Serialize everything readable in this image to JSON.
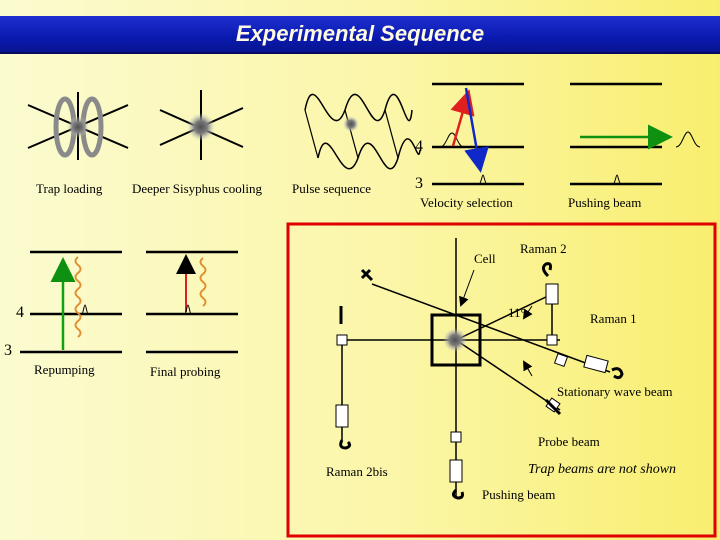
{
  "title": "Experimental Sequence",
  "steps": {
    "trap_loading": "Trap loading",
    "deeper_cooling": "Deeper Sisyphus cooling",
    "pulse_sequence": "Pulse sequence",
    "velocity_selection": "Velocity selection",
    "pushing_beam_top": "Pushing beam"
  },
  "levels": {
    "upper": "4",
    "lower": "3",
    "left_upper": "4",
    "left_lower": "3"
  },
  "lower_left": {
    "repumping": "Repumping",
    "final_probing": "Final probing"
  },
  "setup": {
    "cell": "Cell",
    "raman2": "Raman 2",
    "angle": "11°",
    "raman1": "Raman 1",
    "stationary_wave": "Stationary wave beam",
    "probe_beam": "Probe beam",
    "raman2bis": "Raman 2bis",
    "trap_note": "Trap beams are not shown",
    "pushing_beam": "Pushing beam"
  },
  "colors": {
    "title_bar": "#1020c0",
    "frame": "#e00000",
    "velocity_up_arrow": "#e02020",
    "velocity_down_arrow": "#1028c8",
    "pushing_arrow": "#109010",
    "repump_wave": "#e09030",
    "repump_arrow": "#10a010"
  }
}
